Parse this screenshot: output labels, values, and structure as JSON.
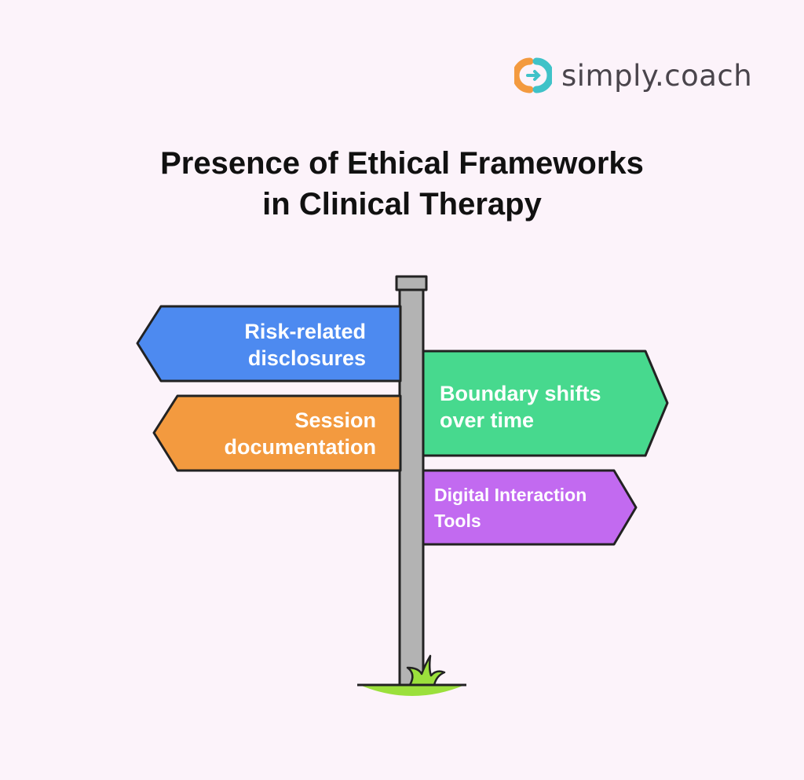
{
  "brand": {
    "name": "simply.coach"
  },
  "title": {
    "line1": "Presence of Ethical Frameworks",
    "line2": "in Clinical Therapy"
  },
  "signs": [
    {
      "line1": "Risk-related",
      "line2": "disclosures",
      "color": "#4d8af0",
      "direction": "left"
    },
    {
      "line1": "Boundary shifts",
      "line2": "over time",
      "color": "#47d98e",
      "direction": "right"
    },
    {
      "line1": "Session",
      "line2": "documentation",
      "color": "#f39a3f",
      "direction": "left"
    },
    {
      "line1": "Digital Interaction",
      "line2": "Tools",
      "color": "#c26af0",
      "direction": "right"
    }
  ]
}
